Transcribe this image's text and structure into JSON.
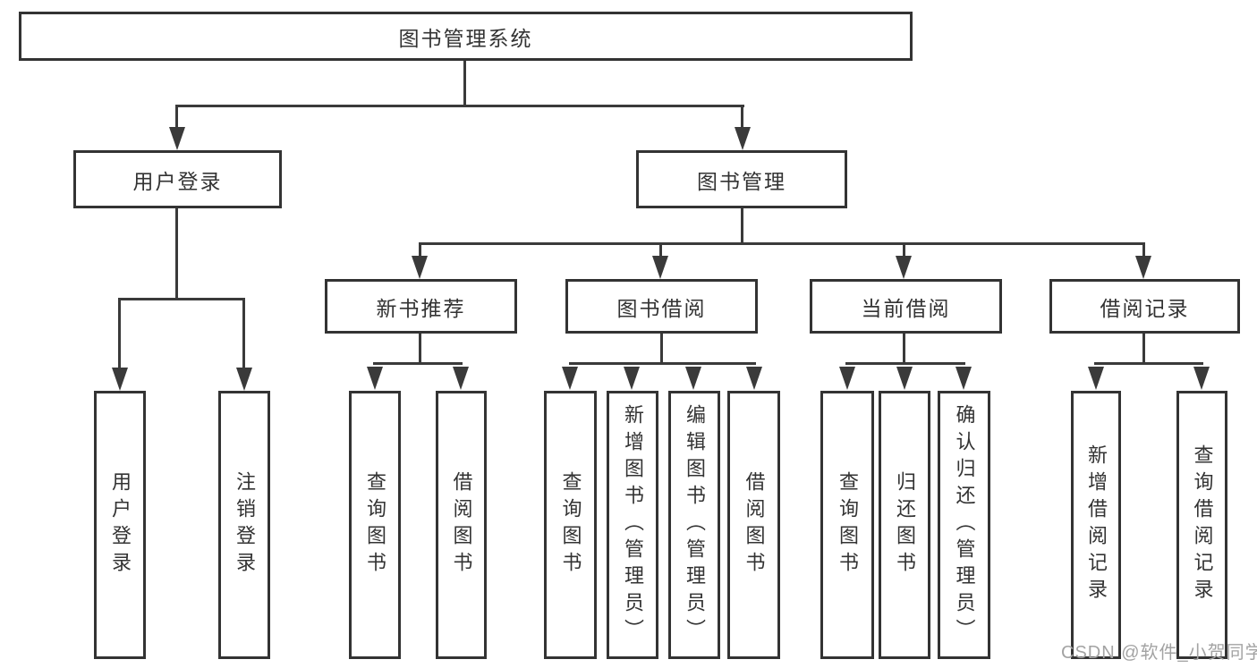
{
  "diagram": {
    "type": "tree",
    "tree": {
      "label": "图书管理系统",
      "children": [
        {
          "label": "用户登录",
          "children": [
            {
              "label": "用户登录"
            },
            {
              "label": "注销登录"
            }
          ]
        },
        {
          "label": "图书管理",
          "children": [
            {
              "label": "新书推荐",
              "children": [
                {
                  "label": "查询图书"
                },
                {
                  "label": "借阅图书"
                }
              ]
            },
            {
              "label": "图书借阅",
              "children": [
                {
                  "label": "查询图书"
                },
                {
                  "label": "新增图书（管理员）"
                },
                {
                  "label": "编辑图书（管理员）"
                },
                {
                  "label": "借阅图书"
                }
              ]
            },
            {
              "label": "当前借阅",
              "children": [
                {
                  "label": "查询图书"
                },
                {
                  "label": "归还图书"
                },
                {
                  "label": "确认归还（管理员）"
                }
              ]
            },
            {
              "label": "借阅记录",
              "children": [
                {
                  "label": "新增借阅记录"
                },
                {
                  "label": "查询借阅记录"
                }
              ]
            }
          ]
        }
      ]
    },
    "watermark": "CSDN @软件_小贺同学",
    "colors": {
      "line": "#3a3a3a",
      "box_border": "#333333",
      "text": "#333333",
      "watermark": "#a3a3a3",
      "background": "#ffffff"
    }
  }
}
